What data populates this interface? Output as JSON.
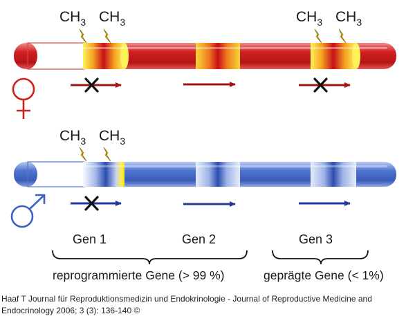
{
  "methyl_label": "CH3",
  "methyl_base": "CH",
  "methyl_sub": "3",
  "female_symbol": "♀",
  "male_symbol": "♂",
  "genes": [
    "Gen 1",
    "Gen 2",
    "Gen 3"
  ],
  "group_reprogrammed": "reprogrammierte Gene (> 99 %)",
  "group_imprinted": "geprägte Gene (< 1%)",
  "caption_line1": "Haaf T Journal für Reproduktionsmedizin und Endokrinologie - Journal of Reproductive Medicine and",
  "caption_line2": "Endocrinology 2006; 3 (3): 136-140 ©",
  "colors": {
    "female": "#d11f1f",
    "male": "#3a63c4",
    "methylation": "#f5e61a",
    "arrow_female": "#a01616",
    "arrow_male": "#23399a",
    "cross": "#111111"
  }
}
